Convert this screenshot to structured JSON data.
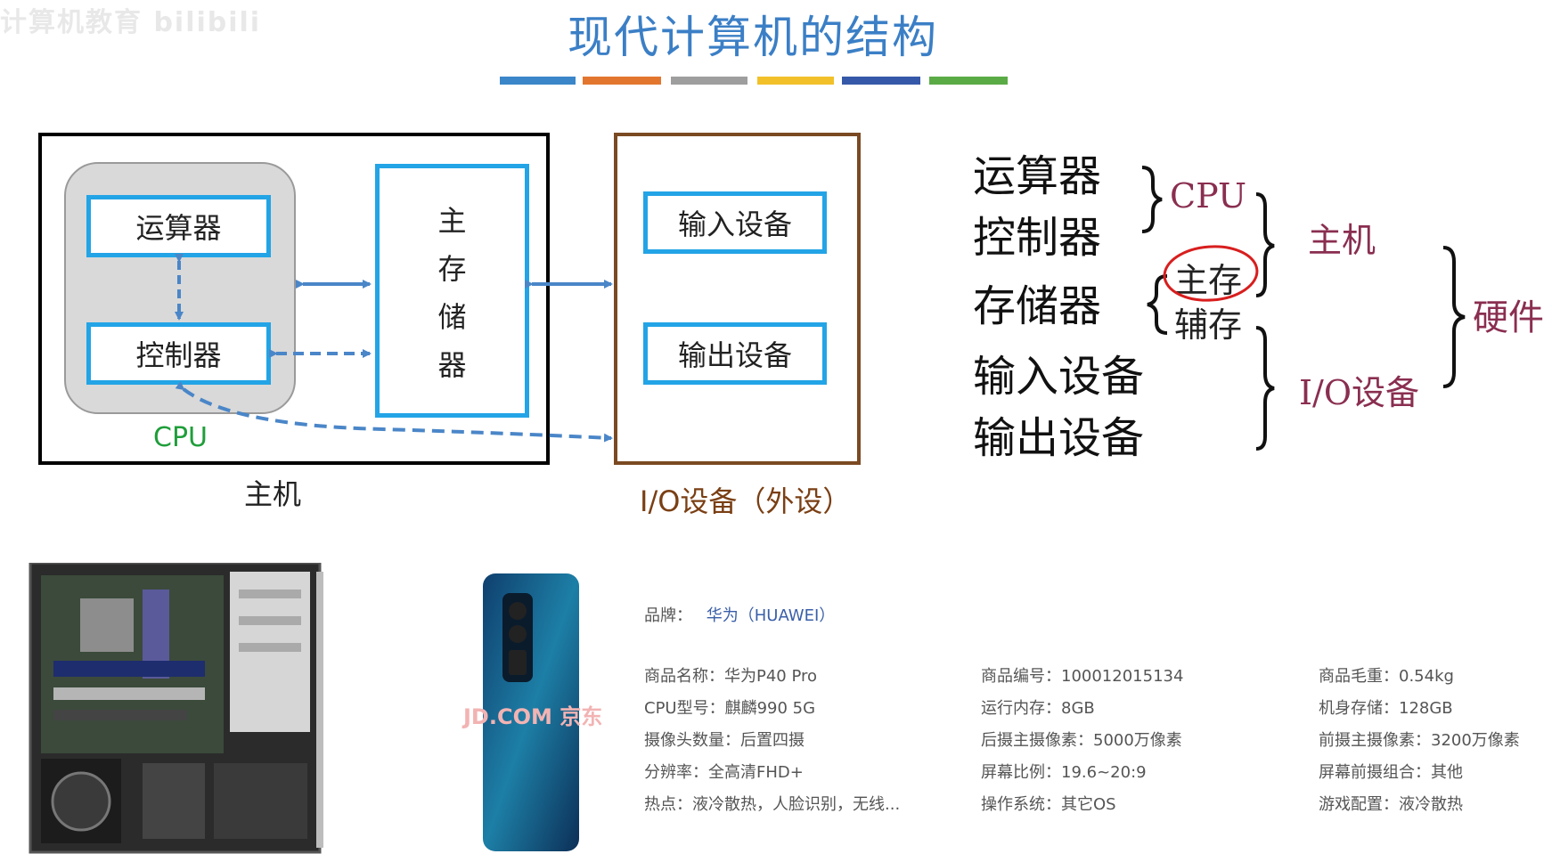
{
  "watermark": "计算机教育 bilibili",
  "title": "现代计算机的结构",
  "stripes": [
    "#3a86c8",
    "#e2762f",
    "#9e9e9e",
    "#f2c12a",
    "#3658a8",
    "#5aab45"
  ],
  "diagram": {
    "alu": "运算器",
    "controller": "控制器",
    "cpu_label": "CPU",
    "memory_chars": [
      "主",
      "存",
      "储",
      "器"
    ],
    "host_label": "主机",
    "input_device": "输入设备",
    "output_device": "输出设备",
    "io_label": "I/O设备（外设）"
  },
  "classification": {
    "items": [
      "运算器",
      "控制器",
      "存储器",
      "输入设备",
      "输出设备"
    ],
    "cpu": "CPU",
    "main_memory": "主存",
    "aux_memory": "辅存",
    "host": "主机",
    "io": "I/O设备",
    "hardware": "硬件"
  },
  "jd_watermark": "JD.COM 京东",
  "product": {
    "brand_label": "品牌：",
    "brand_value": "华为（HUAWEI）",
    "specs": [
      [
        "商品名称：华为P40 Pro",
        "商品编号：100012015134",
        "商品毛重：0.54kg"
      ],
      [
        "CPU型号：麒麟990 5G",
        "运行内存：8GB",
        "机身存储：128GB"
      ],
      [
        "摄像头数量：后置四摄",
        "后摄主摄像素：5000万像素",
        "前摄主摄像素：3200万像素"
      ],
      [
        "分辨率：全高清FHD+",
        "屏幕比例：19.6~20:9",
        "屏幕前摄组合：其他"
      ],
      [
        "热点：液冷散热，人脸识别，无线...",
        "操作系统：其它OS",
        "游戏配置：液冷散热"
      ]
    ]
  }
}
